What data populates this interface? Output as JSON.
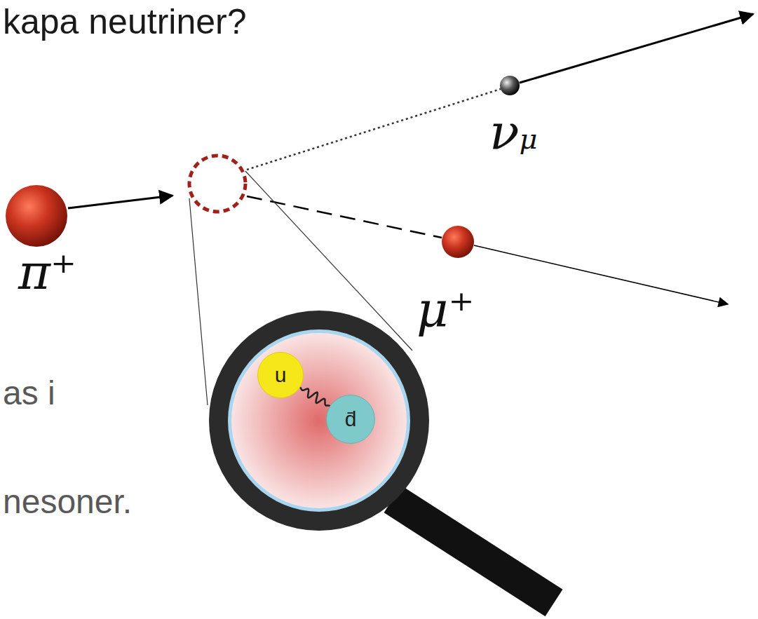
{
  "diagram": {
    "title": "kapa neutriner?",
    "nodes": [
      {
        "text": [
          "u"
        ]
      },
      {
        "text": [
          "d̄"
        ]
      }
    ],
    "edges": [
      {
        "from": 0,
        "to": 1,
        "arrow": "none"
      }
    ],
    "labels": [
      "νμ",
      "π⁺",
      "μ⁺",
      "as i",
      "nesoner."
    ]
  }
}
